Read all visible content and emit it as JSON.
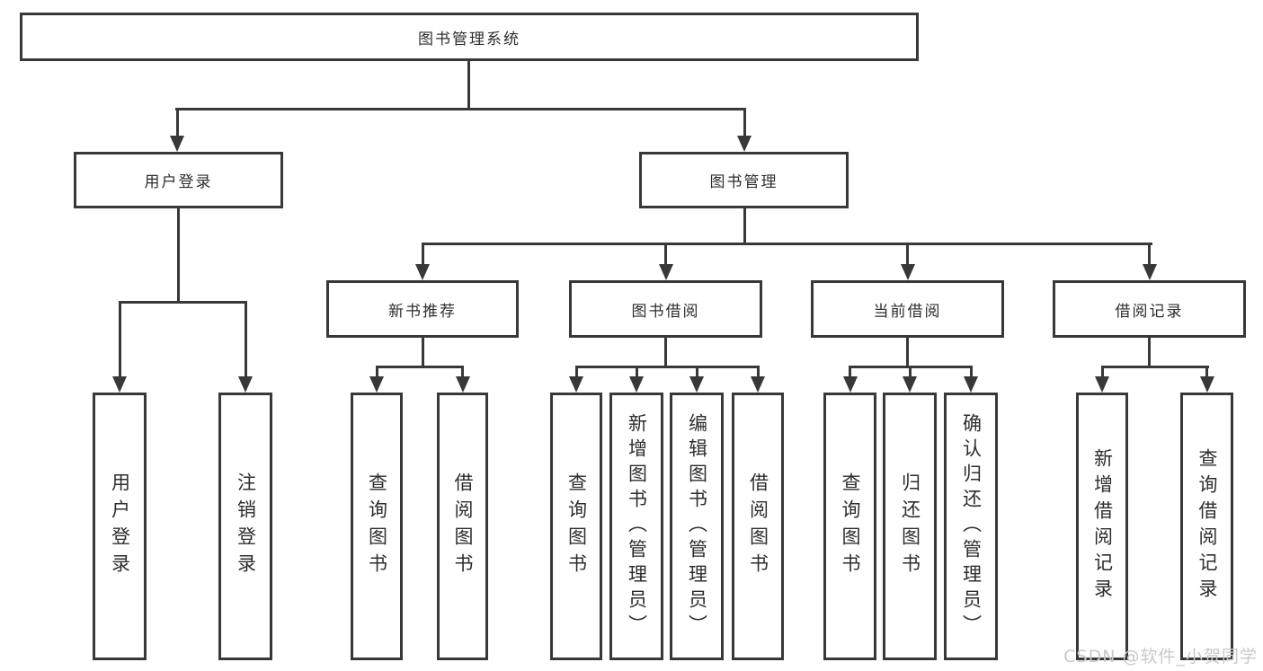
{
  "tree": {
    "label": "图书管理系统",
    "children": [
      {
        "label": "用户登录",
        "children": [
          {
            "label": "用户登录"
          },
          {
            "label": "注销登录"
          }
        ]
      },
      {
        "label": "图书管理",
        "children": [
          {
            "label": "新书推荐",
            "children": [
              {
                "label": "查询图书"
              },
              {
                "label": "借阅图书"
              }
            ]
          },
          {
            "label": "图书借阅",
            "children": [
              {
                "label": "查询图书"
              },
              {
                "label": "新增图书（管理员）"
              },
              {
                "label": "编辑图书（管理员）"
              },
              {
                "label": "借阅图书"
              }
            ]
          },
          {
            "label": "当前借阅",
            "children": [
              {
                "label": "查询图书"
              },
              {
                "label": "归还图书"
              },
              {
                "label": "确认归还（管理员）"
              }
            ]
          },
          {
            "label": "借阅记录",
            "children": [
              {
                "label": "新增借阅记录"
              },
              {
                "label": "查询借阅记录"
              }
            ]
          }
        ]
      }
    ]
  },
  "watermark": "CSDN @软件_小贺同学",
  "colors": {
    "line": "#383838",
    "text": "#2d2d2d",
    "background": "#ffffff",
    "watermark": "#c9c9c9"
  }
}
